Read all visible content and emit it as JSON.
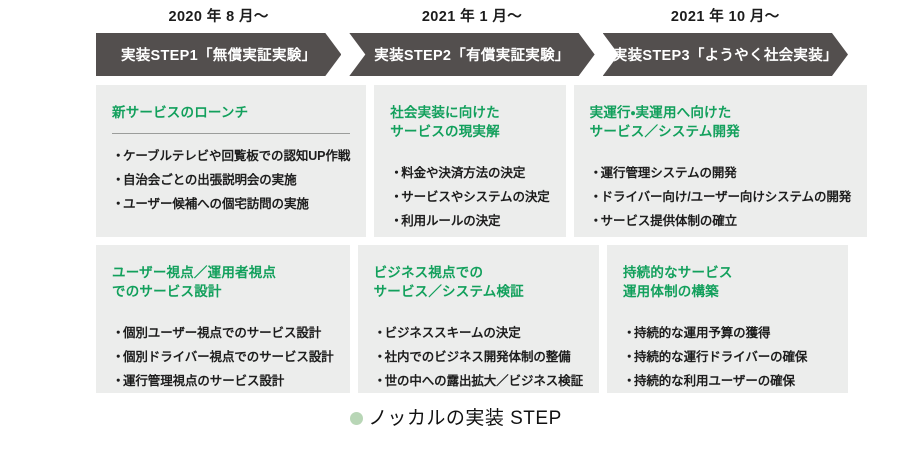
{
  "colors": {
    "header_bg": "#534f4e",
    "header_text": "#ffffff",
    "card_bg": "#ecedec",
    "accent_green": "#12a05c",
    "caption_bullet": "#b8d6b6",
    "rule": "#9b9d9b",
    "body_text": "#1d1d1d"
  },
  "columns": [
    {
      "date": "2020 年 8 月〜",
      "step_label": "実装STEP1「無償実証実験」",
      "cards": [
        {
          "title": "新サービスのローンチ",
          "items": [
            "ケーブルテレビや回覧板での認知UP作戦",
            "自治会ごとの出張説明会の実施",
            "ユーザー候補への個宅訪問の実施"
          ]
        },
        {
          "title": "ユーザー視点／運用者視点\nでのサービス設計",
          "items": [
            "個別ユーザー視点でのサービス設計",
            "個別ドライバー視点でのサービス設計",
            "運行管理視点のサービス設計"
          ]
        }
      ]
    },
    {
      "date": "2021 年 1 月〜",
      "step_label": "実装STEP2「有償実証実験」",
      "cards": [
        {
          "title": "社会実装に向けた\nサービスの現実解",
          "items": [
            "料金や決済方法の決定",
            "サービスやシステムの決定",
            "利用ルールの決定"
          ]
        },
        {
          "title": "ビジネス視点での\nサービス／システム検証",
          "items": [
            "ビジネススキームの決定",
            "社内でのビジネス開発体制の整備",
            "世の中への露出拡大／ビジネス検証"
          ]
        }
      ]
    },
    {
      "date": "2021 年 10 月〜",
      "step_label": "実装STEP3「ようやく社会実装」",
      "cards": [
        {
          "title": "実運行・実運用へ向けた\nサービス／システム開発",
          "items": [
            "運行管理システムの開発",
            "ドライバー向け/ユーザー向けシステムの開発",
            "サービス提供体制の確立"
          ]
        },
        {
          "title": "持続的なサービス\n運用体制の構築",
          "items": [
            "持続的な運用予算の獲得",
            "持続的な運行ドライバーの確保",
            "持続的な利用ユーザーの確保"
          ]
        }
      ]
    }
  ],
  "bullet_glyph": "・",
  "caption": "ノッカルの実装 STEP"
}
